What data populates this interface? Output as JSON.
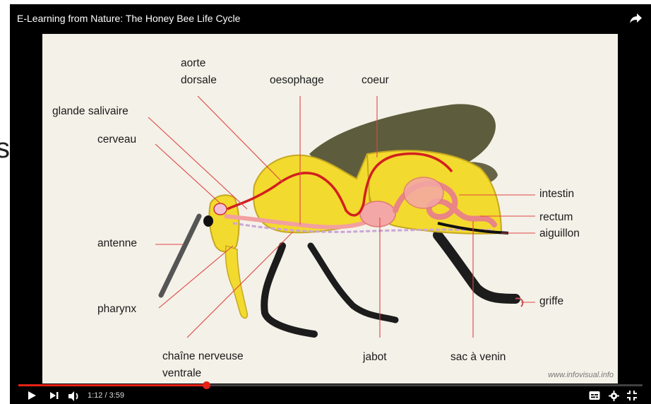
{
  "player": {
    "title": "E-Learning from Nature: The Honey Bee Life Cycle",
    "time_display": "1:12 / 3:59",
    "progress": 0.301,
    "accent_color": "#e62117"
  },
  "edge_glyph": "s",
  "diagram": {
    "labels": {
      "aorte": [
        "aorte",
        "dorsale"
      ],
      "oesophage": "oesophage",
      "coeur": "coeur",
      "glande": "glande salivaire",
      "cerveau": "cerveau",
      "antenne": "antenne",
      "pharynx": "pharynx",
      "chaine": [
        "chaîne nerveuse",
        "ventrale"
      ],
      "jabot": "jabot",
      "sac": "sac à venin",
      "intestin": "intestin",
      "rectum": "rectum",
      "aiguillon": "aiguillon",
      "griffe": "griffe"
    },
    "credit": "www.infovisual.info"
  },
  "icons": {
    "share": "share-arrow-icon",
    "play": "play-icon",
    "next": "next-icon",
    "volume": "volume-icon",
    "captions": "captions-icon",
    "settings": "gear-icon",
    "fullscreen_exit": "exit-fullscreen-icon"
  }
}
